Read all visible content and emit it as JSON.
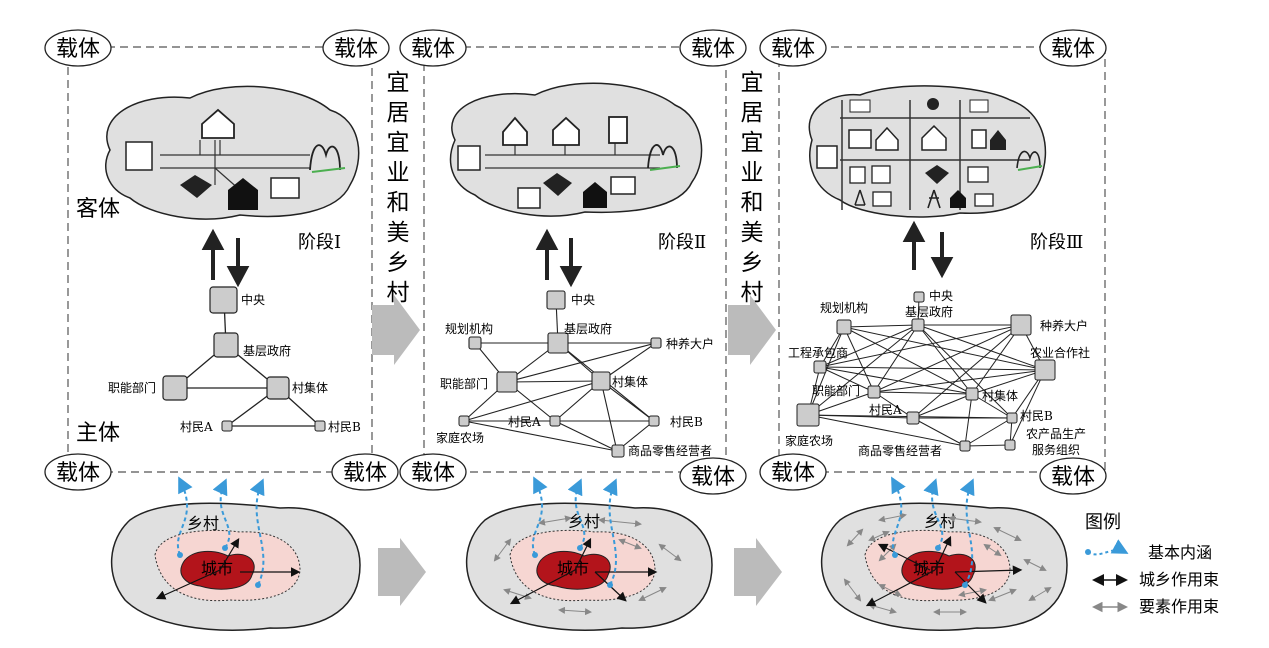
{
  "carrier_label": "载体",
  "object_label": "客体",
  "subject_label": "主体",
  "transition_text": "宜居宜业和美乡村",
  "stages": [
    {
      "label": "阶段Ⅰ",
      "nodes": [
        "中央",
        "基层政府",
        "职能部门",
        "村集体",
        "村民A",
        "村民B"
      ]
    },
    {
      "label": "阶段Ⅱ",
      "nodes": [
        "中央",
        "规划机构",
        "基层政府",
        "种养大户",
        "职能部门",
        "村集体",
        "村民A",
        "村民B",
        "家庭农场",
        "商品零售经营者"
      ]
    },
    {
      "label": "阶段Ⅲ",
      "nodes": [
        "中央",
        "基层政府",
        "规划机构",
        "种养大户",
        "工程承包商",
        "农业合作社",
        "职能部门",
        "村集体",
        "村民A",
        "村民B",
        "农产品生产",
        "服务组织",
        "家庭农场",
        "商品零售经营者"
      ]
    }
  ],
  "bottom": {
    "village_label": "乡村",
    "city_label": "城市"
  },
  "legend": {
    "title": "图例",
    "items": [
      "基本内涵",
      "城乡作用束",
      "要素作用束"
    ],
    "colors": {
      "basic": "#3a9ad9",
      "urban_rural": "#111111",
      "element": "#888888"
    }
  },
  "colors": {
    "cloud": "#e0e0e0",
    "city": "#b3141b",
    "halo": "#f6d6d2",
    "arrow_panel": "#bbbbbb"
  }
}
